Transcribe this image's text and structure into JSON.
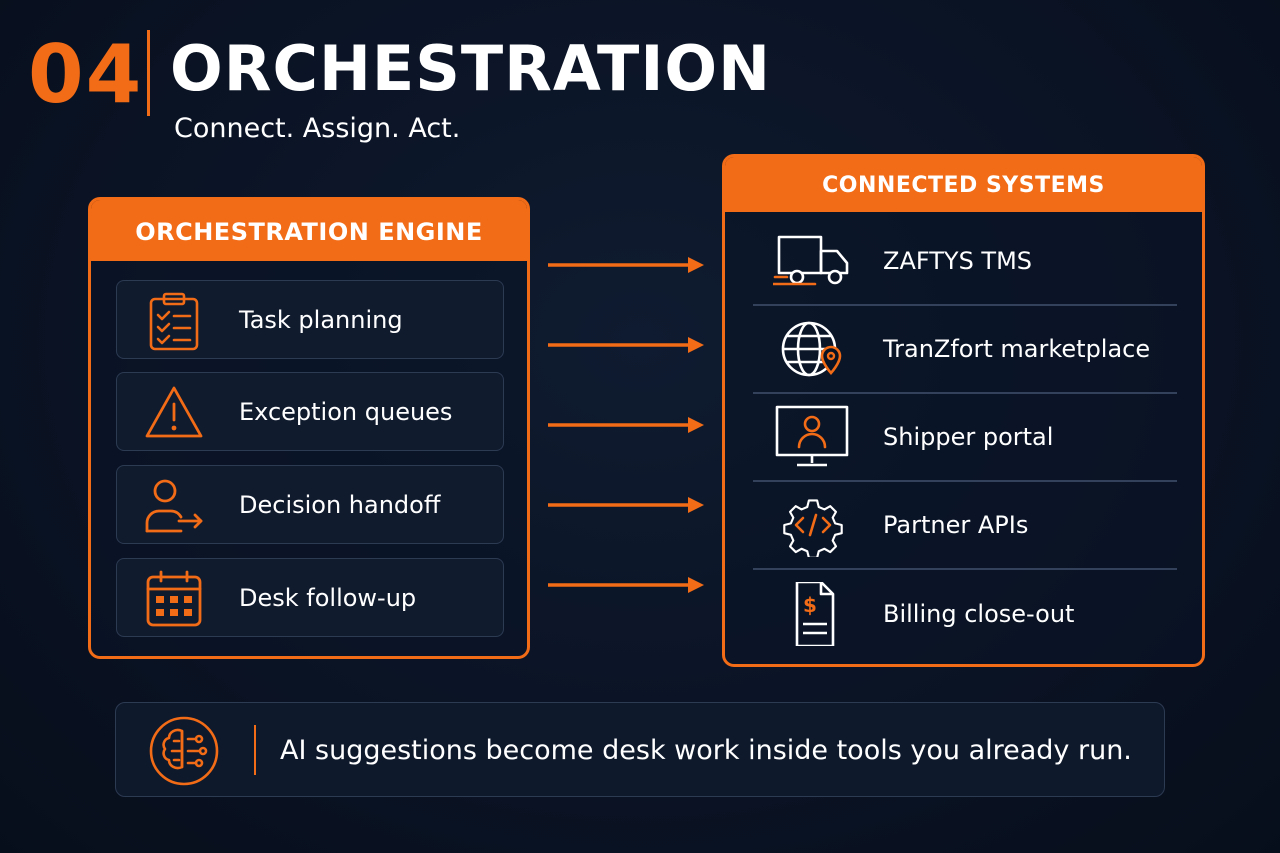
{
  "header": {
    "number": "04",
    "title": "ORCHESTRATION",
    "subtitle": "Connect. Assign. Act."
  },
  "engine": {
    "heading": "ORCHESTRATION ENGINE",
    "items": [
      {
        "label": "Task planning",
        "icon": "clipboard-checklist-icon"
      },
      {
        "label": "Exception queues",
        "icon": "warning-triangle-icon"
      },
      {
        "label": "Decision handoff",
        "icon": "person-arrow-icon"
      },
      {
        "label": "Desk follow-up",
        "icon": "calendar-icon"
      }
    ]
  },
  "systems": {
    "heading": "CONNECTED SYSTEMS",
    "items": [
      {
        "label": "ZAFTYS TMS",
        "icon": "truck-icon"
      },
      {
        "label": "TranZfort marketplace",
        "icon": "globe-pin-icon"
      },
      {
        "label": "Shipper portal",
        "icon": "monitor-user-icon"
      },
      {
        "label": "Partner APIs",
        "icon": "gear-code-icon"
      },
      {
        "label": "Billing close-out",
        "icon": "invoice-dollar-icon"
      }
    ]
  },
  "footer": {
    "text": "AI suggestions become desk work inside tools you already run.",
    "icon": "ai-brain-icon"
  },
  "colors": {
    "accent": "#f26b16",
    "background": "#0a1324",
    "text": "#ffffff"
  }
}
